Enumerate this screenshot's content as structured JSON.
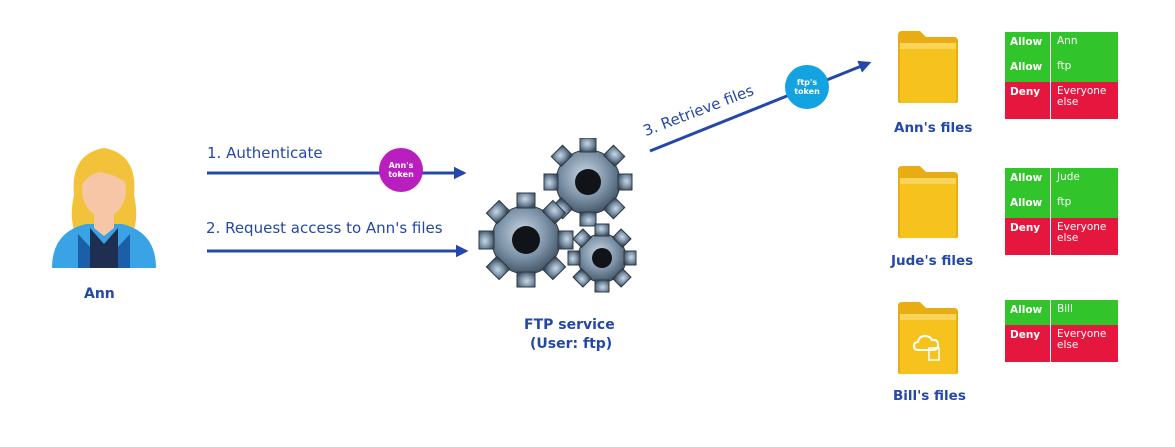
{
  "colors": {
    "arrow": "#2448a8",
    "label": "#2448a8",
    "allow": "#31c42b",
    "deny": "#e5173f",
    "token_ann": "#b91fbf",
    "token_ftp": "#13a3e0",
    "folder": "#f6c21e"
  },
  "user": {
    "name": "Ann",
    "icon": "user-avatar-icon"
  },
  "steps": {
    "authenticate": "1.  Authenticate",
    "request": "2. Request access to Ann's files",
    "retrieve": "3. Retrieve files"
  },
  "tokens": {
    "ann": "Ann's token",
    "ftp": "ftp's token"
  },
  "service": {
    "name": "FTP service",
    "user": "(User: ftp)",
    "icon": "gears-icon"
  },
  "folders": [
    {
      "label": "Ann's files",
      "icon": "folder-icon",
      "acl": [
        {
          "perm": "Allow",
          "who": "Ann"
        },
        {
          "perm": "Allow",
          "who": "ftp"
        },
        {
          "perm": "Deny",
          "who": "Everyone else"
        }
      ]
    },
    {
      "label": "Jude's files",
      "icon": "folder-icon",
      "acl": [
        {
          "perm": "Allow",
          "who": "Jude"
        },
        {
          "perm": "Allow",
          "who": "ftp"
        },
        {
          "perm": "Deny",
          "who": "Everyone else"
        }
      ]
    },
    {
      "label": "Bill's files",
      "icon": "cloud-folder-icon",
      "acl": [
        {
          "perm": "Allow",
          "who": "Bill"
        },
        {
          "perm": "Deny",
          "who": "Everyone else"
        }
      ]
    }
  ]
}
